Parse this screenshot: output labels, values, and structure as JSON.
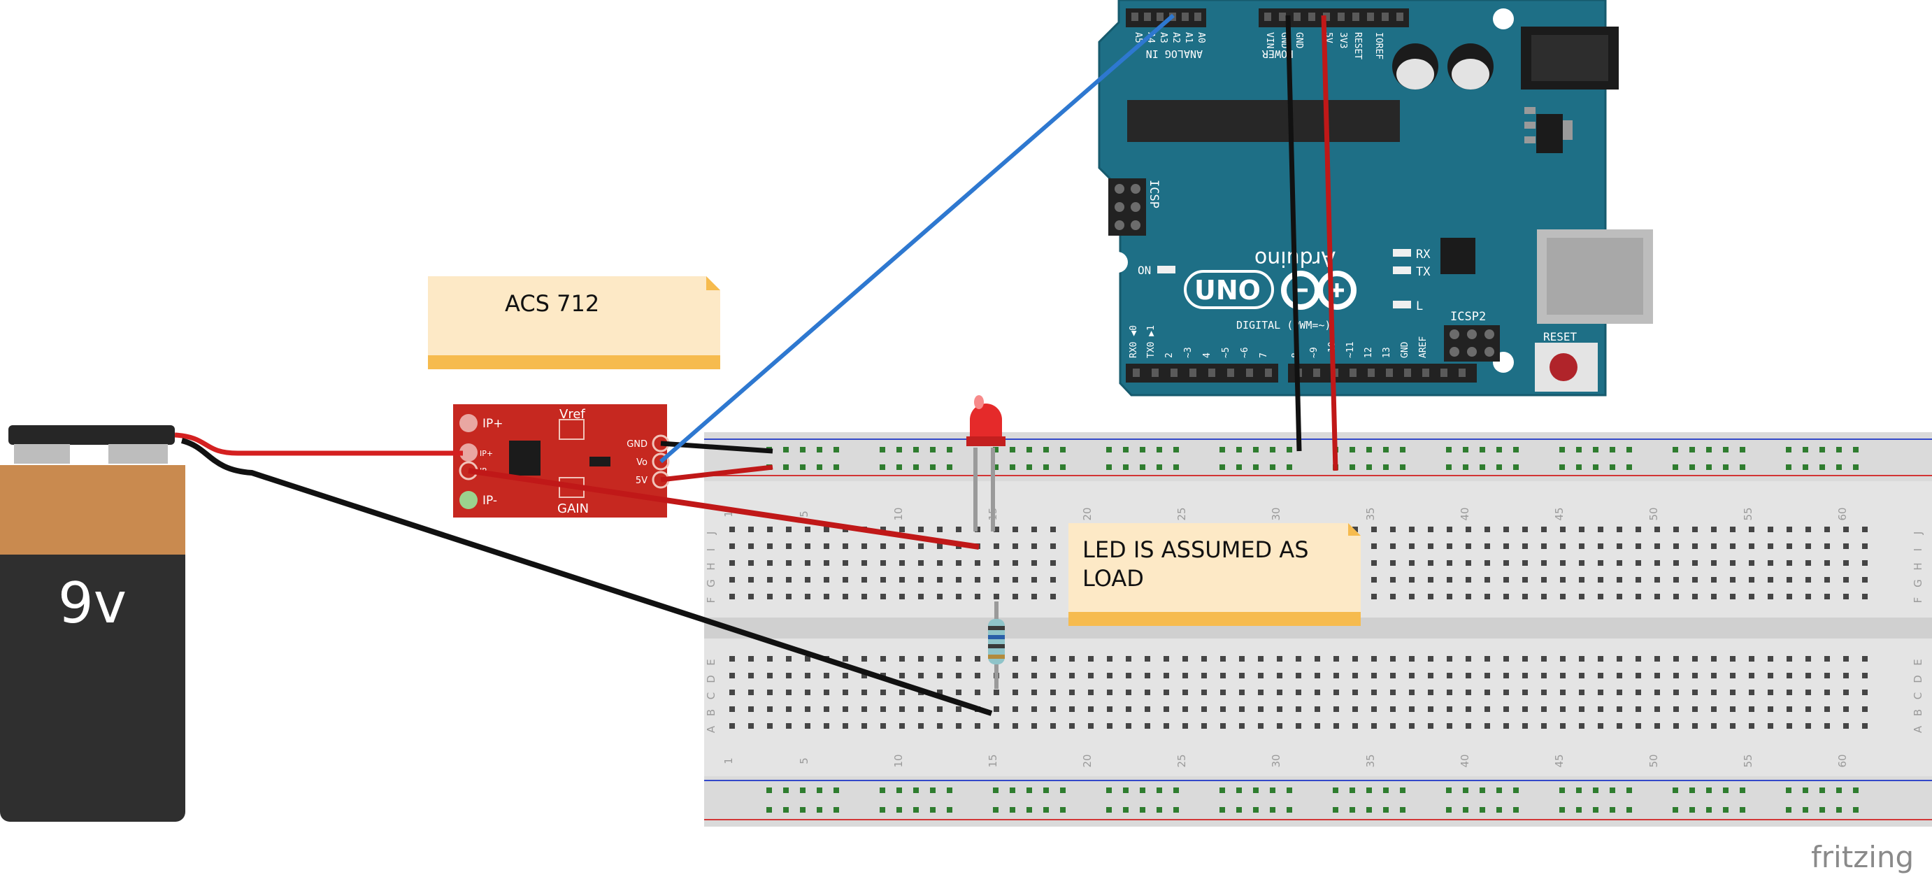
{
  "battery": {
    "label": "9v"
  },
  "sensor": {
    "pins_left": [
      "IP+",
      "IP+",
      "IP-",
      "IP-"
    ],
    "pins_right": [
      "GND",
      "Vo",
      "5V"
    ],
    "labels": [
      "Vref",
      "GAIN"
    ]
  },
  "notes": [
    {
      "id": "acs",
      "lines": [
        "ACS 712"
      ]
    },
    {
      "id": "led",
      "lines": [
        "LED IS ASSUMED AS",
        "LOAD"
      ]
    }
  ],
  "arduino": {
    "brand": "Arduino",
    "model": "UNO",
    "header_labels_top": [
      "A5",
      "A4",
      "A3",
      "A2",
      "A1",
      "A0",
      "VIN",
      "GND",
      "GND",
      "5V",
      "3V3",
      "RESET",
      "IOREF"
    ],
    "group_labels": [
      "ANALOG IN",
      "POWER",
      "DIGITAL (PWM=~)"
    ],
    "header_labels_bottom": [
      "RX0 ◀0",
      "TX0 ▶1",
      "2",
      "~3",
      "4",
      "~5",
      "~6",
      "7",
      "8",
      "~9",
      "~10",
      "~11",
      "12",
      "13",
      "GND",
      "AREF"
    ],
    "indicators": [
      "RX",
      "TX",
      "L",
      "ON"
    ],
    "icsp": [
      "ICSP",
      "ICSP2"
    ],
    "reset": "RESET"
  },
  "breadboard": {
    "column_numbers": [
      "1",
      "5",
      "10",
      "15",
      "20",
      "25",
      "30",
      "35",
      "40",
      "45",
      "50",
      "55",
      "60"
    ],
    "row_letters_top": [
      "J",
      "I",
      "H",
      "G",
      "F"
    ],
    "row_letters_bottom": [
      "E",
      "D",
      "C",
      "B",
      "A"
    ]
  },
  "branding": "fritzing",
  "colors": {
    "board_teal": "#1e6f86",
    "sensor_red": "#c62820",
    "battery_orange": "#c98a4f",
    "battery_body": "#2f2f2f",
    "wire_red": "#d42020",
    "wire_black": "#111111",
    "wire_blue": "#2e78d0",
    "note_bg": "#fde9c6",
    "note_bar": "#f6bb4e",
    "breadboard": "#e5e5e5"
  }
}
